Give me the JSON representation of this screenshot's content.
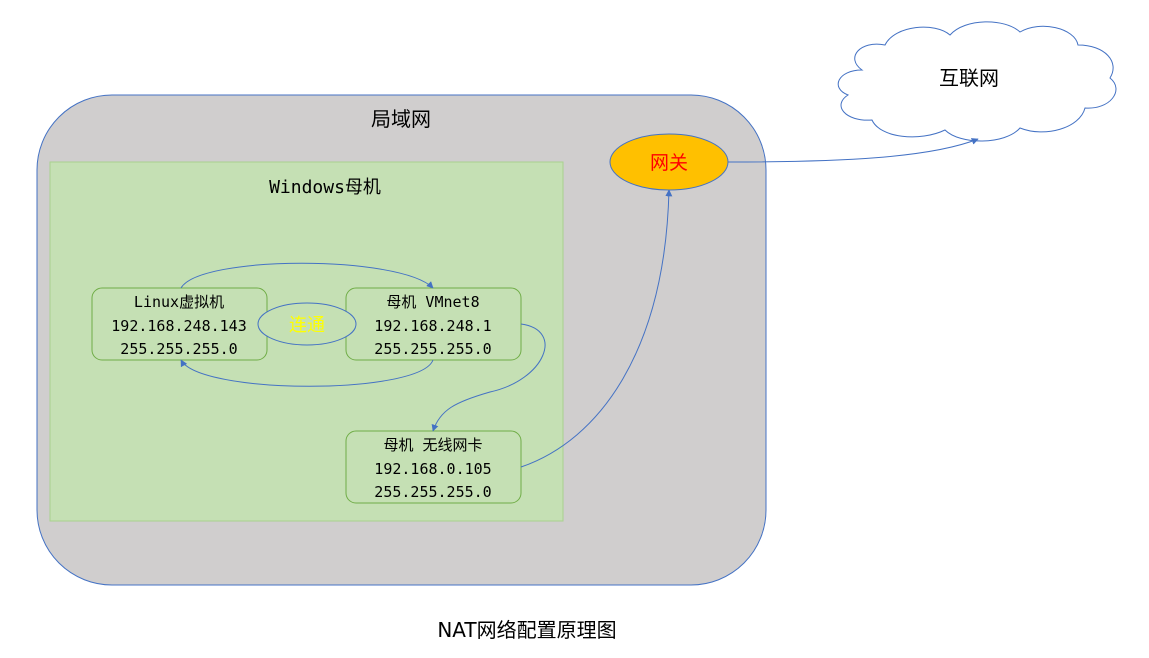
{
  "lan": {
    "label": "局域网"
  },
  "internet": {
    "label": "互联网"
  },
  "gateway": {
    "label": "网关"
  },
  "host": {
    "label": "Windows母机"
  },
  "linux_vm": {
    "title": "Linux虚拟机",
    "ip": "192.168.248.143",
    "mask": "255.255.255.0"
  },
  "vmnet8": {
    "title": "母机 VMnet8",
    "ip": "192.168.248.1",
    "mask": "255.255.255.0"
  },
  "wireless": {
    "title": "母机 无线网卡",
    "ip": "192.168.0.105",
    "mask": "255.255.255.0"
  },
  "connected": {
    "label": "连通"
  },
  "caption": {
    "text": "NAT网络配置原理图"
  },
  "colors": {
    "lan_fill": "#d0cece",
    "lan_border": "#4472c4",
    "host_fill": "#c5e0b4",
    "host_border": "#a9d18e",
    "node_border": "#70ad47",
    "gateway_fill": "#ffc000",
    "gateway_text": "#ff0000",
    "connected_fill": "#c5e0b4",
    "connected_text": "#ffff00",
    "arrow": "#4472c4"
  }
}
